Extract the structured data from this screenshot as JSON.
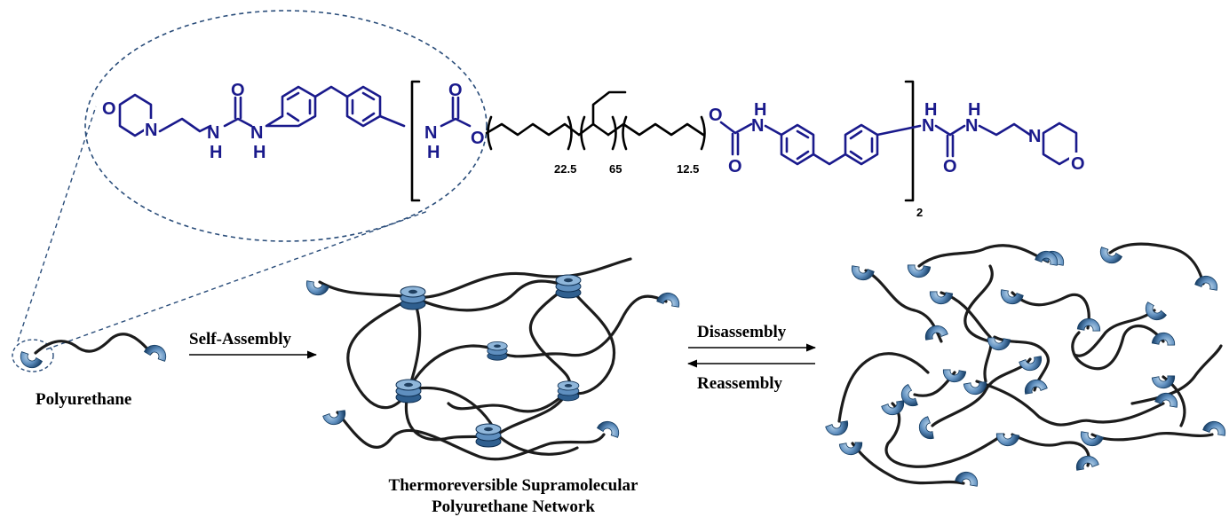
{
  "labels": {
    "polyurethane": "Polyurethane",
    "self_assembly": "Self-Assembly",
    "disassembly": "Disassembly",
    "reassembly": "Reassembly",
    "network_line1": "Thermoreversible Supramolecular",
    "network_line2": "Polyurethane Network"
  },
  "structure": {
    "atoms": {
      "O": "O",
      "N": "N",
      "NH": "NH",
      "H": "H"
    },
    "subscripts": {
      "n1": "22.5",
      "n2": "65",
      "n3": "12.5",
      "repeat": "2"
    }
  },
  "colors": {
    "end_group": "#1a1a8c",
    "backbone": "#000000",
    "chain": "#1c1c1c",
    "stacker_light": "#7aa3c9",
    "stacker_dark": "#2f5f8f"
  }
}
